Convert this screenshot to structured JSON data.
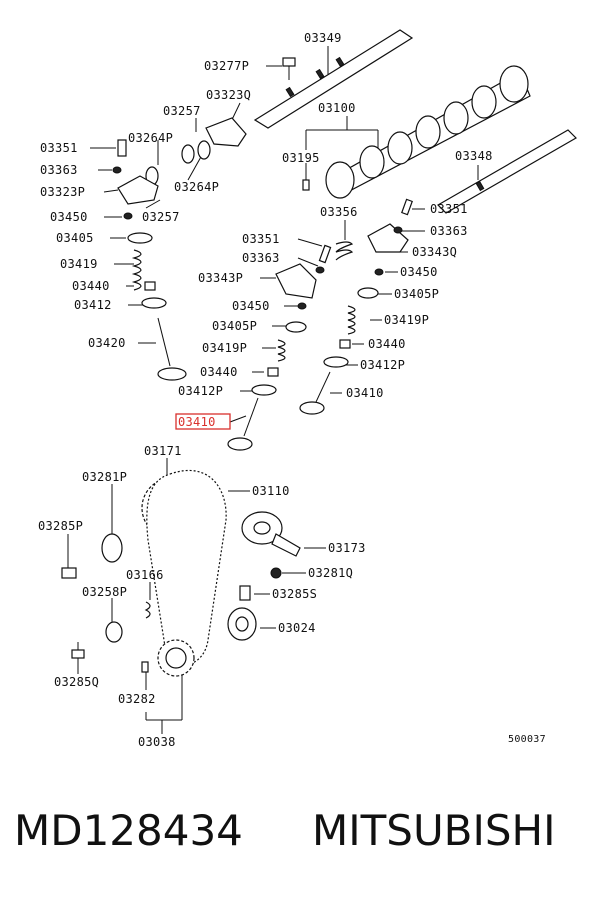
{
  "colors": {
    "ink": "#111111",
    "highlight": "#d9302c",
    "background": "#ffffff"
  },
  "labels": {
    "p03349": "03349",
    "p03277P": "03277P",
    "p03323Q": "03323Q",
    "p03257a": "03257",
    "p03100": "03100",
    "p03351a": "03351",
    "p03264Pa": "03264P",
    "p03363a": "03363",
    "p03195": "03195",
    "p03348": "03348",
    "p03323P": "03323P",
    "p03264Pb": "03264P",
    "p03450a": "03450",
    "p03257b": "03257",
    "p03356": "03356",
    "p03351b": "03351",
    "p03405a": "03405",
    "p03351c": "03351",
    "p03363b": "03363",
    "p03363c": "03363",
    "p03343Q": "03343Q",
    "p03419": "03419",
    "p03450b": "03450",
    "p03343P": "03343P",
    "p03440a": "03440",
    "p03405Pa": "03405P",
    "p03412": "03412",
    "p03450c": "03450",
    "p03419Pa": "03419P",
    "p03405Pb": "03405P",
    "p03420": "03420",
    "p03419Pb": "03419P",
    "p03440b": "03440",
    "p03412Pa": "03412P",
    "p03440c": "03440",
    "p03412Pb": "03412P",
    "p03410a": "03410",
    "p03410b": "03410",
    "p03171": "03171",
    "p03281P": "03281P",
    "p03110": "03110",
    "p03285P": "03285P",
    "p03173": "03173",
    "p03166": "03166",
    "p03281Q": "03281Q",
    "p03258P": "03258P",
    "p03285S": "03285S",
    "p03024": "03024",
    "p03285Q": "03285Q",
    "p03282": "03282",
    "p03038": "03038",
    "drawing_number": "500037"
  },
  "highlighted_part": "03410",
  "caption": {
    "part_number": "MD128434",
    "brand": "MITSUBISHI"
  }
}
